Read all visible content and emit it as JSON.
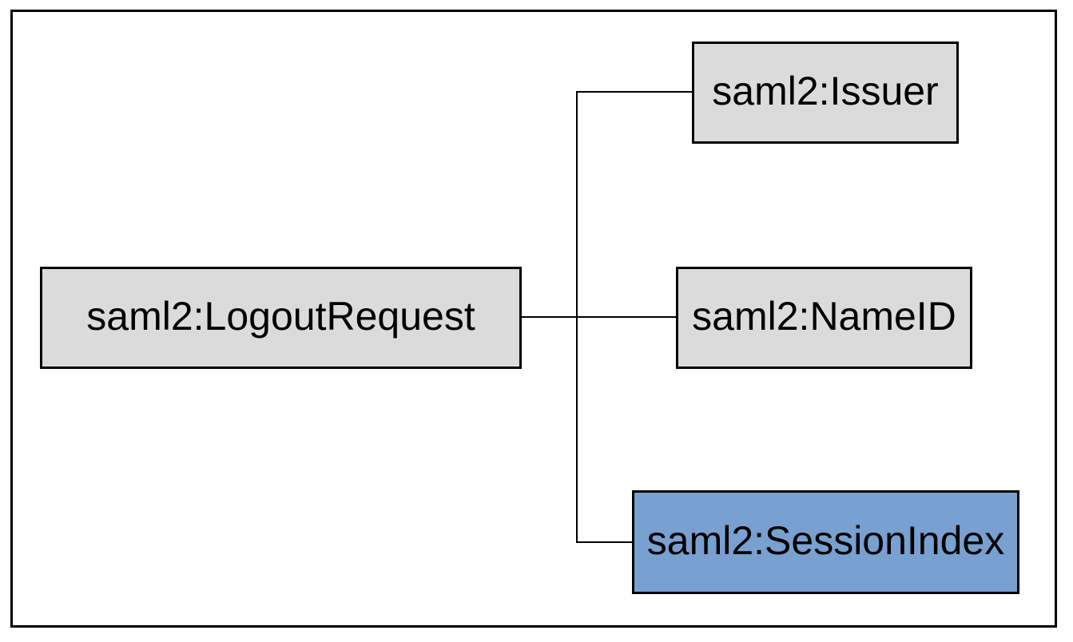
{
  "nodes": {
    "logout_request": {
      "label": "saml2:LogoutRequest"
    },
    "issuer": {
      "label": "saml2:Issuer"
    },
    "name_id": {
      "label": "saml2:NameID"
    },
    "session_index": {
      "label": "saml2:SessionIndex"
    }
  },
  "colors": {
    "node_fill_default": "#dbdbdb",
    "node_fill_highlight": "#78a0d0",
    "node_border": "#000000",
    "connector": "#000000",
    "background": "#ffffff"
  }
}
